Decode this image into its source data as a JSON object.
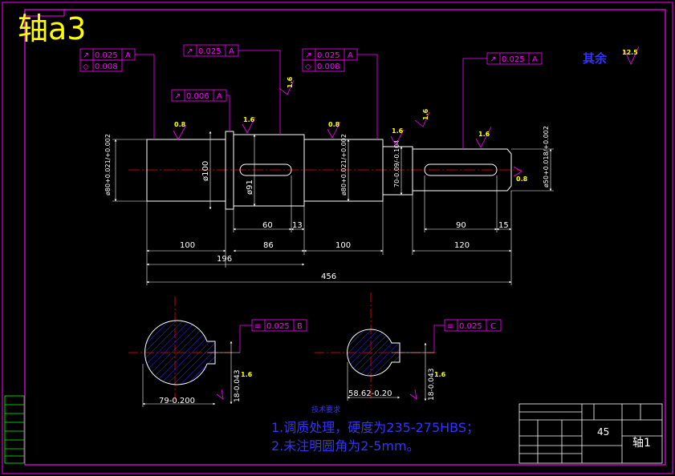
{
  "title": "轴a3",
  "surface_roughness": {
    "remaining_label": "其余",
    "remaining_value": "12.5",
    "marks": [
      "0.8",
      "1.6",
      "0.8",
      "1.6",
      "1.6",
      "1.6",
      "1.6",
      "0.8",
      "1.6",
      "1.6"
    ]
  },
  "tolerance_frames": {
    "f1": {
      "symbol": "↗",
      "value": "0.025",
      "datum": "A"
    },
    "f1b": {
      "symbol": "◇",
      "value": "0.008"
    },
    "f2": {
      "symbol": "↗",
      "value": "0.025",
      "datum": "A"
    },
    "f3": {
      "symbol": "↗",
      "value": "0.006",
      "datum": "A"
    },
    "f4": {
      "symbol": "↗",
      "value": "0.025",
      "datum": "A"
    },
    "f4b": {
      "symbol": "◇",
      "value": "0.008"
    },
    "f5": {
      "symbol": "↗",
      "value": "0.025",
      "datum": "A"
    },
    "f6": {
      "symbol": "≡",
      "value": "0.025",
      "datum": "B"
    },
    "f7": {
      "symbol": "≡",
      "value": "0.025",
      "datum": "C"
    }
  },
  "dimensions": {
    "d80_left": "ø80+0.021/+0.002",
    "d100": "ø100",
    "d91": "ø91",
    "d80_right": "ø80+0.021/+0.002",
    "d70": "70-0.09/-0.104",
    "d50": "ø50+0.018/+0.002",
    "l60": "60",
    "l13": "13",
    "l90": "90",
    "l15": "15",
    "l100a": "100",
    "l86": "86",
    "l100b": "100",
    "l120": "120",
    "l196": "196",
    "l456": "456",
    "sec1_width": "79-0.200",
    "sec1_key": "18-0.043",
    "sec2_width": "58.62-0.20",
    "sec2_key": "18-0.043"
  },
  "notes": {
    "heading": "技术要求",
    "items": [
      "1.调质处理，硬度为235-275HBS；",
      "2.未注明圆角为2-5mm。"
    ]
  },
  "title_block": {
    "material": "45",
    "part_name": "轴1"
  },
  "colors": {
    "frame": "#ff00ff",
    "outline": "#ffffff",
    "dimension": "#ffffff",
    "center_line": "#ff0000",
    "hatch": "#3333ff",
    "accent_text": "#3333ff",
    "title": "#ffff00"
  }
}
